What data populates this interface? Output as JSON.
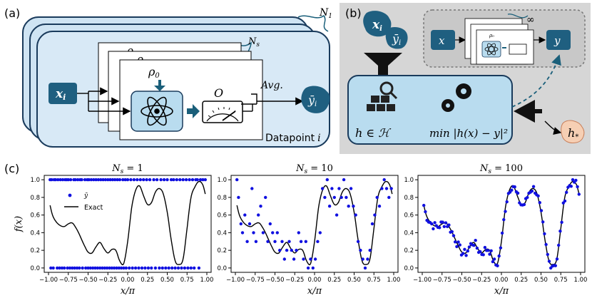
{
  "panel_a": {
    "label": "(a)",
    "n1": "N",
    "n1_sub": "1",
    "ns": "N",
    "ns_sub": "s",
    "input": "x",
    "input_sub": "i",
    "rho": "ρ",
    "rho_sub": "0",
    "observable": "O",
    "avg": "Avg.",
    "output": "ȳ",
    "output_sub": "i",
    "datapoint": "Datapoint",
    "datapoint_var": "i"
  },
  "panel_b": {
    "label": "(b)",
    "x_in": "x",
    "x_in_sub": "i",
    "y_in": "ȳ",
    "y_in_sub": "i",
    "loop_x": "x",
    "loop_y": "y",
    "infinity": "∞",
    "rho": "ρ₀",
    "hypothesis": "h ∈ ℋ",
    "objective": "min |h(x) − y|²",
    "result": "h",
    "result_sub": "*"
  },
  "panel_c": {
    "label": "(c)",
    "ylabel": "f(x)",
    "xlabel": "x/π",
    "legend_points": "ȳ",
    "legend_line": "Exact",
    "colors": {
      "points": "#1010e0",
      "line": "#000000"
    }
  },
  "chart_data": [
    {
      "type": "scatter",
      "title": "N_s = 1",
      "title_main": "N",
      "title_sub": "s",
      "title_eq": " = 1",
      "xlabel": "x/π",
      "ylabel": "f(x)",
      "xlim": [
        -1.0,
        1.0
      ],
      "ylim": [
        0.0,
        1.0
      ],
      "xticks": [
        "−1.00",
        "−0.75",
        "−0.50",
        "−0.25",
        "0.00",
        "0.25",
        "0.50",
        "0.75",
        "1.00"
      ],
      "yticks": [
        "0.0",
        "0.2",
        "0.4",
        "0.6",
        "0.8",
        "1.0"
      ],
      "legend": [
        "ȳ",
        "Exact"
      ],
      "legend_position": "upper-left",
      "series": [
        {
          "name": "ȳ",
          "x": [
            -0.98,
            -0.96,
            -0.93,
            -0.91,
            -0.88,
            -0.85,
            -0.82,
            -0.79,
            -0.77,
            -0.75,
            -0.72,
            -0.68,
            -0.66,
            -0.63,
            -0.6,
            -0.58,
            -0.54,
            -0.51,
            -0.49,
            -0.46,
            -0.43,
            -0.4,
            -0.37,
            -0.34,
            -0.31,
            -0.28,
            -0.25,
            -0.22,
            -0.19,
            -0.16,
            -0.13,
            -0.1,
            -0.06,
            -0.03,
            0.0,
            0.04,
            0.08,
            0.12,
            0.16,
            0.2,
            0.24,
            0.28,
            0.33,
            0.37,
            0.42,
            0.46,
            0.5,
            0.55,
            0.58,
            0.62,
            0.66,
            0.7,
            0.74,
            0.78,
            0.82,
            0.86,
            0.88,
            0.92,
            0.95,
            0.98,
            -0.97,
            -0.94,
            -0.89,
            -0.86,
            -0.83,
            -0.8,
            -0.76,
            -0.73,
            -0.7,
            -0.67,
            -0.64,
            -0.61,
            -0.57,
            -0.53,
            -0.5,
            -0.47,
            -0.44,
            -0.41,
            -0.38,
            -0.35,
            -0.32,
            -0.29,
            -0.26,
            -0.23,
            -0.2,
            -0.17,
            -0.14,
            -0.11,
            -0.08,
            -0.05,
            -0.02,
            0.02,
            0.06,
            0.1,
            0.14,
            0.18,
            0.22,
            0.26,
            0.3,
            0.35,
            0.4,
            0.44,
            0.48,
            0.52,
            0.56,
            0.6,
            0.64,
            0.68,
            0.72,
            0.76,
            0.8,
            0.84,
            0.9
          ],
          "y": [
            1,
            1,
            1,
            1,
            1,
            1,
            1,
            1,
            1,
            1,
            1,
            1,
            1,
            1,
            1,
            1,
            1,
            1,
            1,
            1,
            1,
            1,
            1,
            1,
            1,
            1,
            1,
            1,
            1,
            1,
            1,
            1,
            1,
            1,
            1,
            1,
            1,
            1,
            1,
            1,
            1,
            1,
            1,
            1,
            1,
            1,
            1,
            1,
            1,
            1,
            1,
            1,
            1,
            1,
            1,
            1,
            1,
            1,
            1,
            1,
            0,
            0,
            0,
            0,
            0,
            0,
            0,
            0,
            0,
            0,
            0,
            0,
            0,
            0,
            0,
            0,
            0,
            0,
            0,
            0,
            0,
            0,
            0,
            0,
            0,
            0,
            0,
            0,
            0,
            0,
            0,
            0,
            0,
            0,
            0,
            0,
            0,
            0,
            0,
            0,
            0,
            0,
            0,
            0,
            0,
            0,
            0,
            0,
            0,
            0,
            0,
            0,
            0
          ]
        },
        {
          "name": "Exact",
          "x": "curve",
          "y": "curve"
        }
      ]
    },
    {
      "type": "scatter",
      "title": "N_s = 10",
      "title_main": "N",
      "title_sub": "s",
      "title_eq": " = 10",
      "xlabel": "x/π",
      "xlim": [
        -1.0,
        1.0
      ],
      "ylim": [
        0.0,
        1.0
      ],
      "xticks": [
        "−1.00",
        "−0.75",
        "−0.50",
        "−0.25",
        "0.00",
        "0.25",
        "0.50",
        "0.75",
        "1.00"
      ],
      "yticks": [
        "0.0",
        "0.2",
        "0.4",
        "0.6",
        "0.8",
        "1.0"
      ],
      "series": [
        {
          "name": "ȳ",
          "x": [
            -0.98,
            -0.96,
            -0.93,
            -0.91,
            -0.88,
            -0.85,
            -0.82,
            -0.79,
            -0.77,
            -0.74,
            -0.71,
            -0.68,
            -0.65,
            -0.62,
            -0.59,
            -0.56,
            -0.53,
            -0.5,
            -0.47,
            -0.44,
            -0.41,
            -0.38,
            -0.35,
            -0.32,
            -0.29,
            -0.26,
            -0.23,
            -0.2,
            -0.17,
            -0.14,
            -0.11,
            -0.08,
            -0.05,
            -0.02,
            0.01,
            0.04,
            0.07,
            0.1,
            0.13,
            0.16,
            0.19,
            0.22,
            0.25,
            0.28,
            0.31,
            0.34,
            0.37,
            0.4,
            0.43,
            0.46,
            0.49,
            0.52,
            0.55,
            0.58,
            0.61,
            0.64,
            0.67,
            0.7,
            0.73,
            0.76,
            0.79,
            0.82,
            0.85,
            0.88,
            0.91,
            0.94,
            0.97
          ],
          "y": [
            1.0,
            0.8,
            0.5,
            0.4,
            0.6,
            0.3,
            0.5,
            0.9,
            0.4,
            0.3,
            0.6,
            0.7,
            0.4,
            0.8,
            0.3,
            0.5,
            0.4,
            0.3,
            0.4,
            0.2,
            0.3,
            0.1,
            0.2,
            0.3,
            0.2,
            0.1,
            0.2,
            0.4,
            0.3,
            0.1,
            0.3,
            0.0,
            0.1,
            0.0,
            0.1,
            0.3,
            0.4,
            0.9,
            0.8,
            1.0,
            0.7,
            0.9,
            0.8,
            0.6,
            0.9,
            0.8,
            1.0,
            0.8,
            0.7,
            0.9,
            0.7,
            0.6,
            0.3,
            0.2,
            0.1,
            0.0,
            0.1,
            0.2,
            0.5,
            0.6,
            0.8,
            0.7,
            0.9,
            1.0,
            0.9,
            0.8,
            0.9
          ]
        },
        {
          "name": "Exact",
          "x": "curve",
          "y": "curve"
        }
      ]
    },
    {
      "type": "scatter",
      "title": "N_s = 100",
      "title_main": "N",
      "title_sub": "s",
      "title_eq": " = 100",
      "xlabel": "x/π",
      "xlim": [
        -1.0,
        1.0
      ],
      "ylim": [
        0.0,
        1.0
      ],
      "xticks": [
        "−1.00",
        "−0.75",
        "−0.50",
        "−0.25",
        "0.00",
        "0.25",
        "0.50",
        "0.75",
        "1.00"
      ],
      "yticks": [
        "0.0",
        "0.2",
        "0.4",
        "0.6",
        "0.8",
        "1.0"
      ],
      "series": [
        {
          "name": "ȳ",
          "x": "exact_plus_noise",
          "y": "exact_plus_noise"
        },
        {
          "name": "Exact",
          "x": "curve",
          "y": "curve"
        }
      ]
    }
  ]
}
